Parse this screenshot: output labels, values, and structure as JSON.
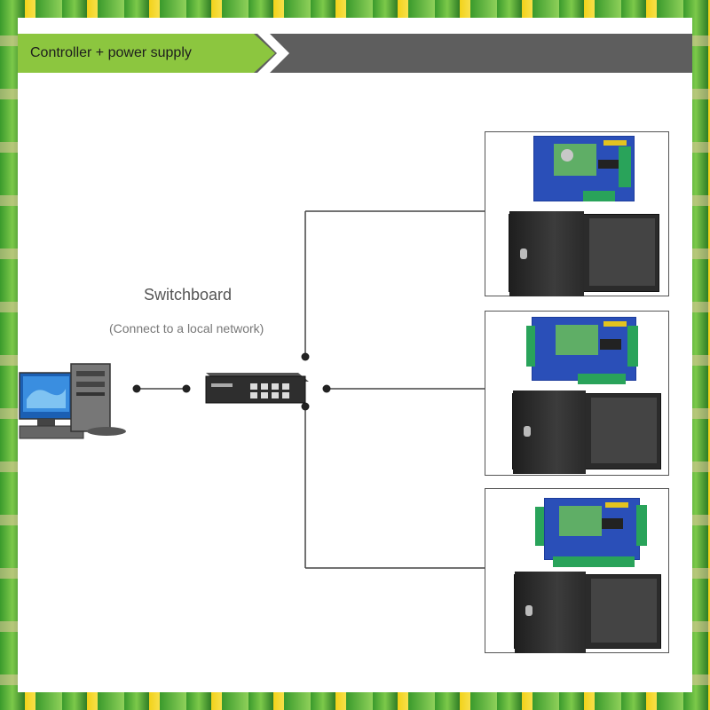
{
  "header": {
    "title": "Controller + power supply"
  },
  "network": {
    "switch_label": "Switchboard",
    "switch_note": "(Connect to a local network)"
  },
  "devices": {
    "computer": {
      "icon": "computer-icon"
    },
    "switch": {
      "icon": "network-switch-icon"
    },
    "controllers": [
      {
        "icon": "controller-board-icon",
        "board_color": "#2a4fb8",
        "cabinet_icon": "power-cabinet-icon"
      },
      {
        "icon": "controller-board-icon",
        "board_color": "#2a4fb8",
        "cabinet_icon": "power-cabinet-icon"
      },
      {
        "icon": "controller-board-icon",
        "board_color": "#2a4fb8",
        "cabinet_icon": "power-cabinet-icon"
      }
    ]
  },
  "colors": {
    "banner_green": "#8cc63f",
    "banner_gray": "#5e5e5e",
    "line": "#444444"
  }
}
